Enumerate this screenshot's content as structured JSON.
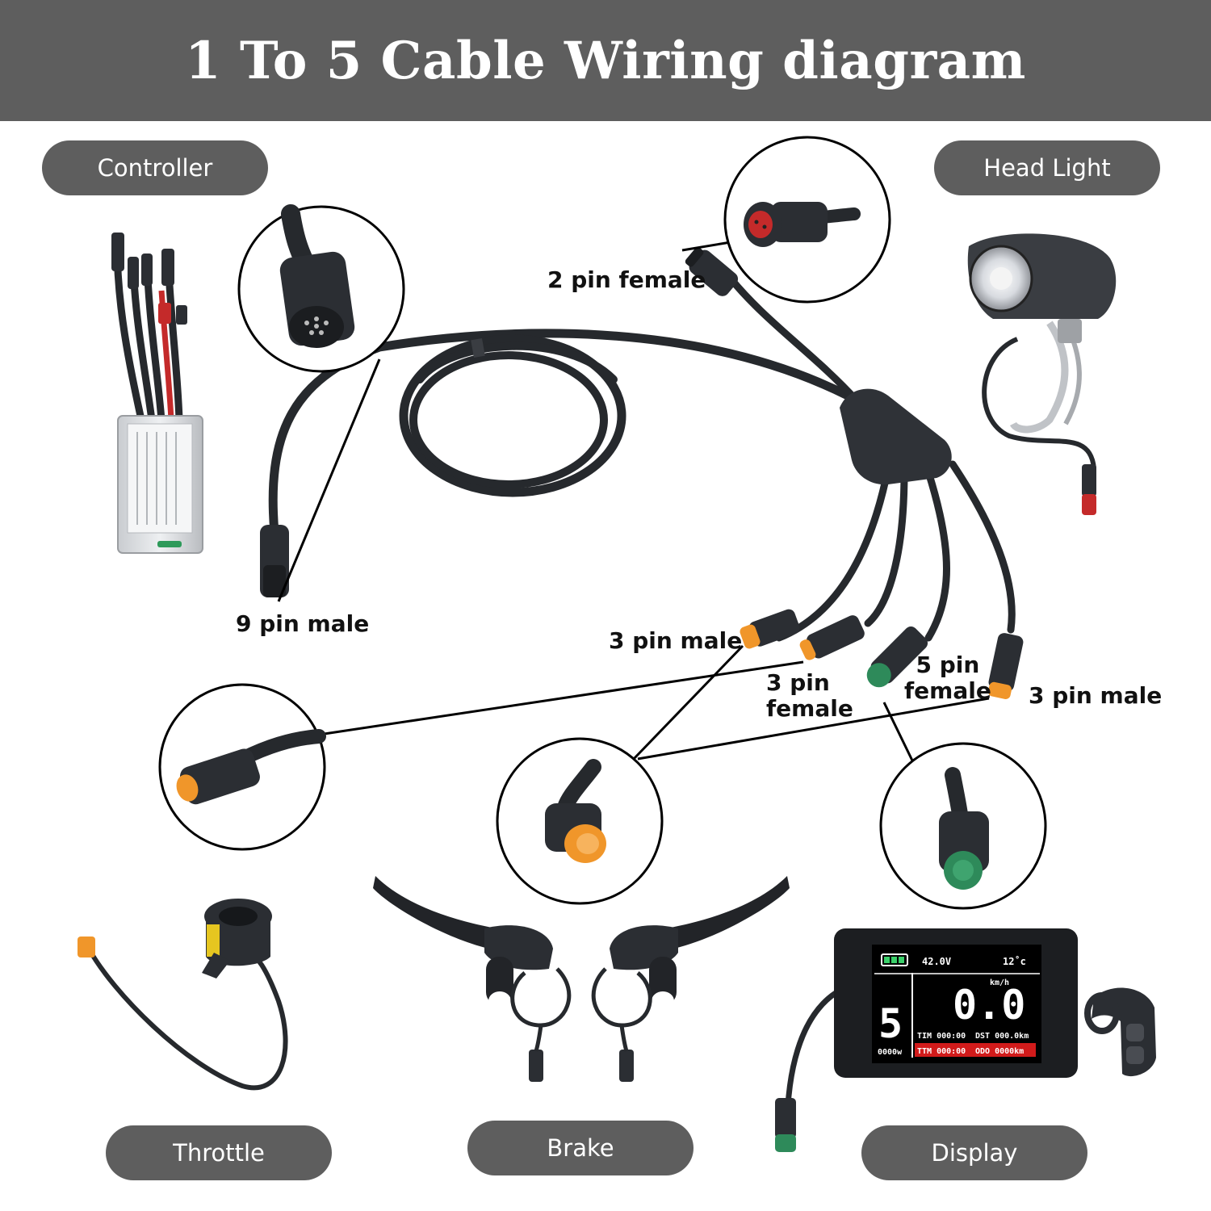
{
  "title": "1 To 5 Cable Wiring diagram",
  "components": {
    "controller": "Controller",
    "head_light": "Head Light",
    "throttle": "Throttle",
    "brake": "Brake",
    "display": "Display"
  },
  "connectors": {
    "nine_pin_male": "9 pin male",
    "two_pin_female": "2 pin female",
    "three_pin_male_a": "3 pin male",
    "three_pin_female_line1": "3 pin",
    "three_pin_female_line2": "female",
    "five_pin_female_line1": "5 pin",
    "five_pin_female_line2": "female",
    "three_pin_male_b": "3 pin male"
  },
  "display_screen": {
    "voltage": "42.0V",
    "temperature": "12˚c",
    "speed_unit": "km/h",
    "speed": "0.0",
    "gear": "5",
    "power": "0000w",
    "tim": "TIM 000:00",
    "dst": "DST 000.0km",
    "ttm": "TTM 000:00",
    "odo": "ODO 0000km"
  },
  "colors": {
    "header_bg": "#5e5e5e",
    "pill_bg": "#5e5e5e",
    "cable": "#26292d",
    "connector_orange": "#f0962a",
    "connector_green": "#2e8a5a",
    "connector_red": "#c42a2a"
  }
}
